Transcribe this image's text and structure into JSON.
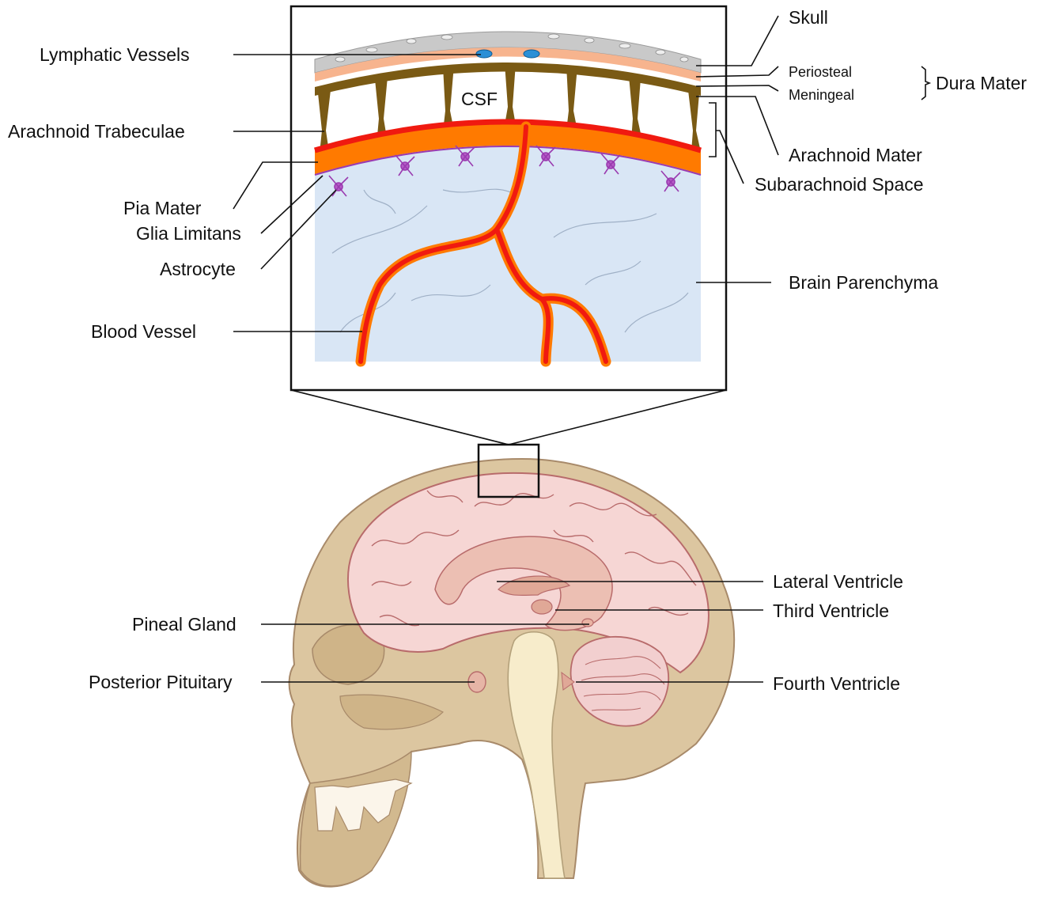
{
  "inset_labels": {
    "skull": "Skull",
    "periosteal": "Periosteal",
    "meningeal": "Meningeal",
    "dura_mater": "Dura Mater",
    "lymphatic_vessels": "Lymphatic Vessels",
    "csf": "CSF",
    "arachnoid_trabeculae": "Arachnoid Trabeculae",
    "arachnoid_mater": "Arachnoid Mater",
    "subarachnoid_space": "Subarachnoid Space",
    "pia_mater": "Pia Mater",
    "glia_limitans": "Glia Limitans",
    "astrocyte": "Astrocyte",
    "brain_parenchyma": "Brain Parenchyma",
    "blood_vessel": "Blood Vessel"
  },
  "head_labels": {
    "lateral_ventricle": "Lateral Ventricle",
    "third_ventricle": "Third Ventricle",
    "pineal_gland": "Pineal Gland",
    "posterior_pituitary": "Posterior Pituitary",
    "fourth_ventricle": "Fourth Ventricle"
  },
  "colors": {
    "skull_bone": "#dcc6a0",
    "skull_outline": "#a88a6a",
    "brain_cortex": "#f6d6d4",
    "brain_outline": "#b86b6b",
    "dura": "#f7b48e",
    "trabeculae": "#7a5a14",
    "pia_red": "#f01a10",
    "pia_orange": "#ff7a00",
    "parenchyma": "#d9e6f5",
    "astrocyte": "#9a3bb0",
    "lymphatic": "#2a8fd6",
    "brainstem": "#f7eccb"
  }
}
